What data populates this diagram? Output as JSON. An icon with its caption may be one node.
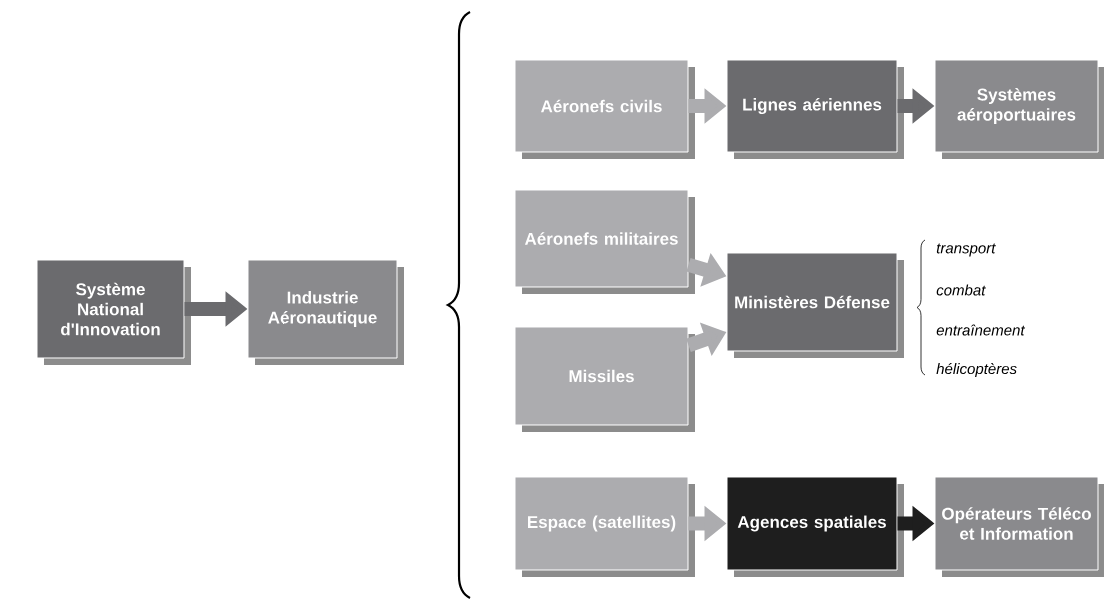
{
  "diagram": {
    "nodes": [
      {
        "text": [
          "Système National d'Innovation"
        ]
      },
      {
        "text": [
          "Industrie Aéronautique"
        ]
      },
      {
        "text": [
          "Aéronefs civils"
        ]
      },
      {
        "text": [
          "Lignes aériennes"
        ]
      },
      {
        "text": [
          "Systèmes aéroportuaires"
        ]
      },
      {
        "text": [
          "Aéronefs militaires"
        ]
      },
      {
        "text": [
          "Ministères Défense"
        ]
      },
      {
        "text": [
          "Missiles"
        ]
      },
      {
        "text": [
          "Espace (satellites)"
        ]
      },
      {
        "text": [
          "Agences spatiales"
        ]
      },
      {
        "text": [
          "Opérateurs Téléco et Information"
        ]
      }
    ],
    "edges": [
      {
        "from": 0,
        "to": 1,
        "arrow": "to",
        "color": "#6b6b6e"
      },
      {
        "from": 2,
        "to": 3,
        "arrow": "to"
      },
      {
        "from": 3,
        "to": 4,
        "arrow": "to",
        "color": "#6b6b6e"
      },
      {
        "from": 5,
        "to": 6,
        "arrow": "to"
      },
      {
        "from": 7,
        "to": 6,
        "arrow": "to"
      },
      {
        "from": 8,
        "to": 9,
        "arrow": "to"
      },
      {
        "from": 9,
        "to": 10,
        "arrow": "to",
        "color": "#1e1e1e"
      }
    ],
    "labels": [
      "transport",
      "combat",
      "entraînement",
      "hélicoptères"
    ]
  }
}
